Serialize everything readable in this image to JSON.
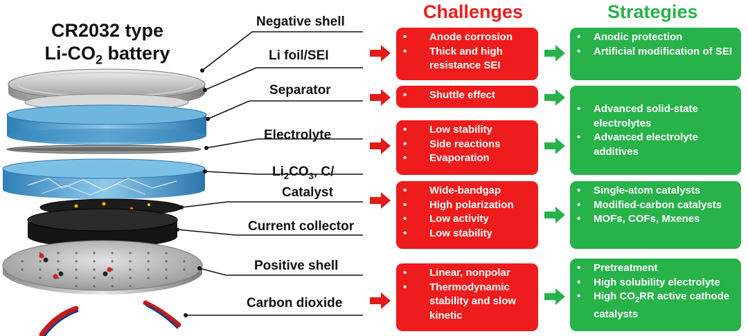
{
  "title": {
    "line1": "CR2032 type",
    "line2_pre": "Li-CO",
    "line2_sub": "2",
    "line2_post": " battery"
  },
  "headers": {
    "challenges": "Challenges",
    "strategies": "Strategies"
  },
  "components": {
    "negative_shell": "Negative shell",
    "li_foil": "Li foil/SEI",
    "separator": "Separator",
    "electrolyte": "Electrolyte",
    "cathode": {
      "pre": "Li",
      "sub1": "2",
      "mid": "CO",
      "sub2": "3",
      "post": ", C/",
      "line2": "Catalyst"
    },
    "current_collector": "Current collector",
    "positive_shell": "Positive shell",
    "carbon_dioxide": "Carbon dioxide"
  },
  "challenges": [
    [
      "Anode corrosion",
      "Thick and high resistance SEI"
    ],
    [
      "Shuttle effect"
    ],
    [
      "Low stability",
      "Side reactions",
      "Evaporation"
    ],
    [
      "Wide-bandgap",
      "High polarization",
      "Low activity",
      "Low stability"
    ],
    [
      "Linear, nonpolar",
      "Thermodynamic stability and slow kinetic"
    ]
  ],
  "strategies": [
    [
      "Anodic protection",
      "Artificial modification of SEI"
    ],
    [
      "Advanced solid-state electrolytes",
      "Advanced electrolyte additives"
    ],
    [
      "Single-atom catalysts",
      "Modified-carbon catalysts",
      "MOFs, COFs, Mxenes"
    ],
    {
      "items": [
        "Pretreatment",
        "High solubility electrolyte"
      ],
      "last": {
        "pre": "High CO",
        "sub": "2",
        "post": "RR active cathode catalysts"
      }
    }
  ],
  "colors": {
    "challenge_red": "#ee1c1c",
    "strategy_green": "#27b24a",
    "arrow_red": "#e21b1b",
    "arrow_green": "#27b24a",
    "electrolyte_blue": "#4a9fd0",
    "shell_silver": "#b8b8b8"
  }
}
